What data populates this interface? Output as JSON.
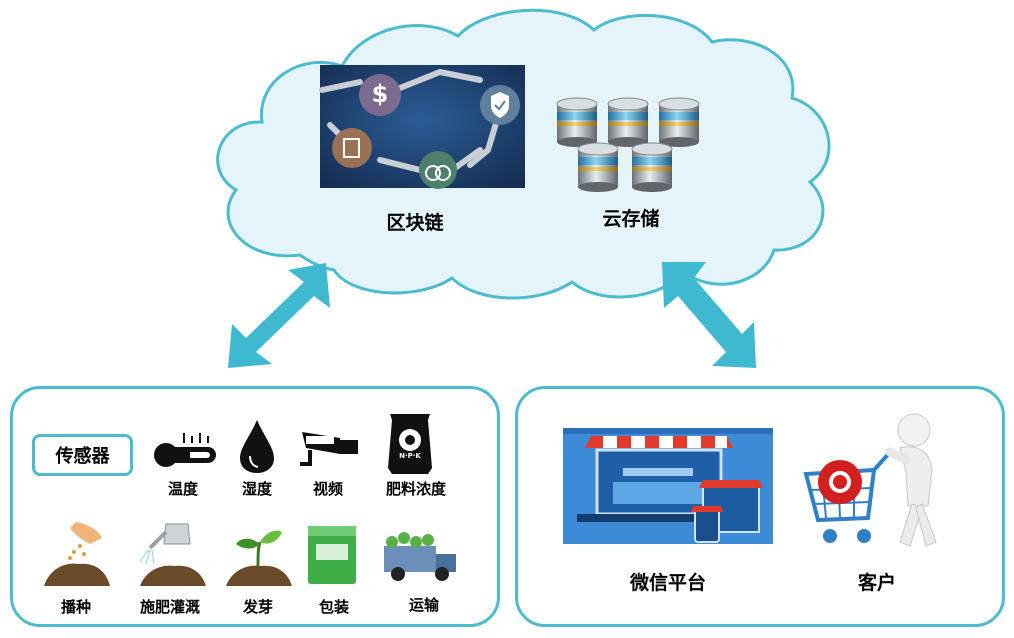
{
  "colors": {
    "accent": "#4bbccf",
    "cloud_fill": "#e5f3fb",
    "blockchain_bg": "#1d3e6e"
  },
  "cloud": {
    "blockchain_label": "区块链",
    "storage_label": "云存储",
    "blockchain_icon_text": "$"
  },
  "left_panel": {
    "sensor_label": "传感器",
    "sensors": [
      {
        "label": "温度",
        "icon": "thermometer-icon"
      },
      {
        "label": "湿度",
        "icon": "water-drop-icon"
      },
      {
        "label": "视频",
        "icon": "camera-icon"
      },
      {
        "label": "肥料浓度",
        "icon": "fertilizer-bag-icon"
      }
    ],
    "npk_text": "N·P·K",
    "stages": [
      {
        "label": "播种",
        "icon": "seeding-icon"
      },
      {
        "label": "施肥灌溉",
        "icon": "watering-icon"
      },
      {
        "label": "发芽",
        "icon": "sprout-icon"
      },
      {
        "label": "包装",
        "icon": "package-icon"
      },
      {
        "label": "运输",
        "icon": "truck-icon"
      }
    ]
  },
  "right_panel": {
    "wechat_label": "微信平台",
    "customer_label": "客户"
  }
}
